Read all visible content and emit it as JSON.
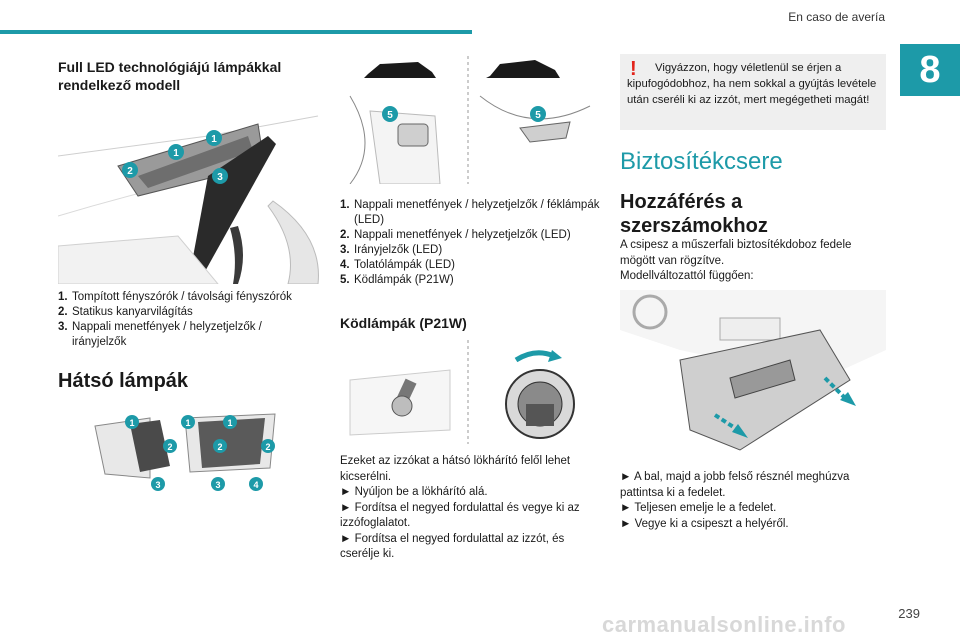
{
  "header": {
    "title": "En caso de avería",
    "chapter": "8"
  },
  "page_number": "239",
  "watermark": "carmanualsonline.info",
  "col1": {
    "heading": "Full LED technológiájú lámpákkal rendelkező modell",
    "list": [
      {
        "num": "1.",
        "text": "Tompított fényszórók / távolsági fényszórók"
      },
      {
        "num": "2.",
        "text": "Statikus kanyarvilágítás"
      },
      {
        "num": "3.",
        "text": "Nappali menetfények / helyzetjelzők / irányjelzők"
      }
    ],
    "rear_heading": "Hátsó lámpák",
    "fig1_labels": [
      "1",
      "1",
      "2",
      "3"
    ],
    "fig2_labels": [
      "1",
      "1",
      "1",
      "2",
      "2",
      "2",
      "3",
      "3",
      "4"
    ]
  },
  "col2": {
    "fig_labels": [
      "5",
      "5"
    ],
    "list": [
      {
        "num": "1.",
        "text": "Nappali menetfények / helyzetjelzők / féklámpák (LED)"
      },
      {
        "num": "2.",
        "text": "Nappali menetfények / helyzetjelzők (LED)"
      },
      {
        "num": "3.",
        "text": "Irányjelzők (LED)"
      },
      {
        "num": "4.",
        "text": "Tolatólámpák (LED)"
      },
      {
        "num": "5.",
        "text": "Ködlámpák (P21W)"
      }
    ],
    "fog_heading": "Ködlámpák (P21W)",
    "para1": "Ezeket az izzókat a hátsó lökhárító felől lehet kicserélni.",
    "step1": "► Nyúljon be a lökhárító alá.",
    "step2": "► Fordítsa el negyed fordulattal és vegye ki az izzófoglalatot.",
    "step3": "► Fordítsa el negyed fordulattal az izzót, és cserélje ki."
  },
  "col3": {
    "warning_icon": "!",
    "warning": "Vigyázzon, hogy véletlenül se érjen a kipufogódobhoz, ha nem sokkal a gyújtás levétele után cseréli ki az izzót, mert megégetheti magát!",
    "section_title": "Biztosítékcsere",
    "sub_title": "Hozzáférés a szerszámokhoz",
    "para1": "A csipesz a műszerfali biztosítékdoboz fedele mögött van rögzítve.",
    "para2": "Modellváltozattól függően:",
    "step1": "► A bal, majd a jobb felső résznél meghúzva pattintsa ki a fedelet.",
    "step2": "► Teljesen emelje le a fedelet.",
    "step3": "► Vegye ki a csipeszt a helyéről."
  },
  "colors": {
    "accent": "#1d9aa8",
    "warning": "#e2231a",
    "box": "#efefef"
  }
}
